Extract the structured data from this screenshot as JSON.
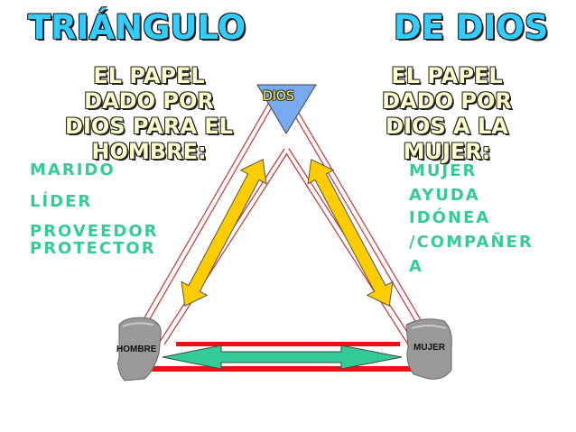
{
  "title_left": "TRIÁNGULO",
  "title_right": "DE DIOS",
  "left_heading": [
    "EL PAPEL",
    "DADO POR",
    "DIOS PARA EL",
    "HOMBRE:"
  ],
  "right_heading": [
    "EL PAPEL",
    "DADO POR",
    "DIOS A LA",
    "MUJER:"
  ],
  "left_roles": [
    "MARIDO",
    "LÍDER",
    "PROVEEDOR",
    "PROTECTOR"
  ],
  "right_roles": [
    "MUJER",
    "AYUDA",
    "IDÓNEA",
    "/COMPAÑER",
    "A"
  ],
  "god_label": "DIOS",
  "man_label": "HOMBRE",
  "woman_label": "MUJER",
  "colors": {
    "title": "#33ccff",
    "heading": "#ffffcc",
    "roles": "#33cc99",
    "triangle_line": "#cc3333",
    "base_bar": "#ee1111",
    "arrow_yellow": "#ffcc00",
    "arrow_green": "#33cc99",
    "god_triangle": "#77aaee"
  }
}
